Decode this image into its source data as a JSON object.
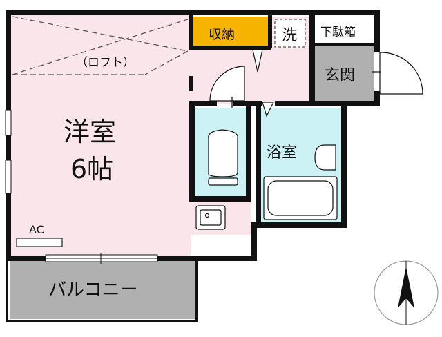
{
  "rooms": {
    "western_room": {
      "name": "洋室",
      "size": "6帖"
    },
    "loft": "（ロフト）",
    "storage": "収納",
    "washer": "洗",
    "shoe_box": "下駄箱",
    "entrance": "玄関",
    "bathroom": "浴室",
    "balcony": "バルコニー",
    "ac": "AC"
  },
  "colors": {
    "room_fill": "#fae6ea",
    "wet_fill": "#ccf2f6",
    "storage_fill": "#f6b400",
    "gray_fill": "#b0b0b0",
    "wall": "#111111"
  }
}
